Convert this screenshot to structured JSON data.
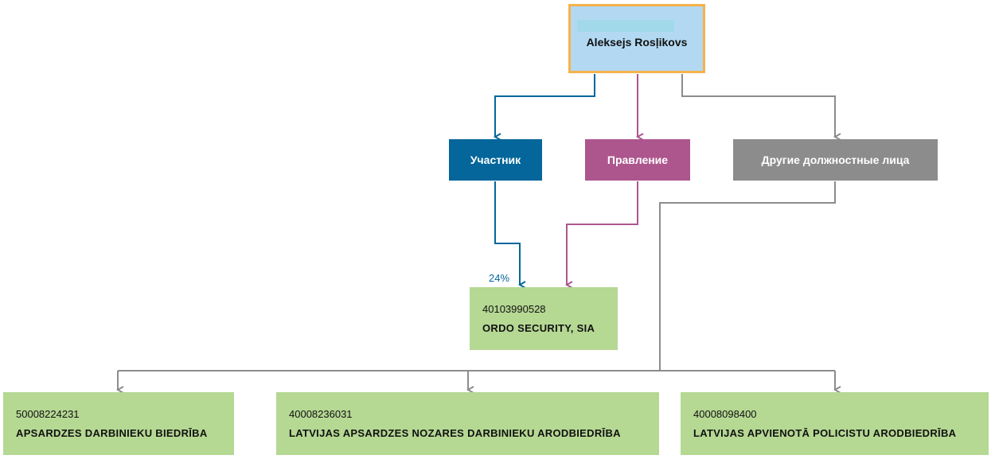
{
  "person": {
    "name": "Aleksejs Rosļikovs"
  },
  "roles": {
    "member": "Участник",
    "board": "Правление",
    "other": "Другие должностные лица"
  },
  "ownership": {
    "percent": "24%"
  },
  "companies": {
    "ordo": {
      "reg": "40103990528",
      "name": "ORDO SECURITY, SIA"
    },
    "c1": {
      "reg": "50008224231",
      "name": "APSARDZES DARBINIEKU BIEDRĪBA"
    },
    "c2": {
      "reg": "40008236031",
      "name": "LATVIJAS APSARDZES NOZARES DARBINIEKU ARODBIEDRĪBA"
    },
    "c3": {
      "reg": "40008098400",
      "name": "LATVIJAS APVIENOTĀ POLICISTU ARODBIEDRĪBA"
    }
  },
  "colors": {
    "member": "#04669a",
    "board": "#ad568e",
    "other": "#8c8c8c",
    "company_fill": "#b5d893",
    "person_fill": "#b3d9f2",
    "person_border": "#f6b24a"
  }
}
